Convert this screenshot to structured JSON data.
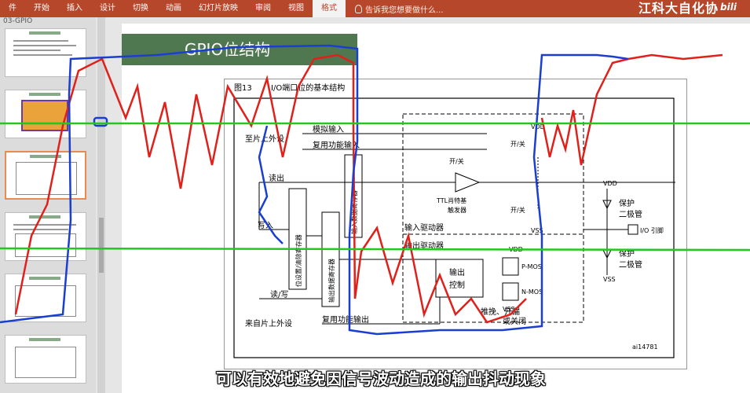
{
  "ribbon": {
    "tabs": [
      "件",
      "开始",
      "插入",
      "设计",
      "切换",
      "动画",
      "幻灯片放映",
      "审阅",
      "视图",
      "格式"
    ],
    "active_index": 9,
    "tell_me": "告诉我您想要做什么..."
  },
  "watermark": "江科大自化协",
  "bili": "bili",
  "thumbnail_pane_title": "03-GPIO",
  "slide": {
    "title": "GPIO位结构",
    "figure": {
      "label": "图13",
      "title": "I/O端口位的基本结构",
      "id": "ai14781",
      "labels": {
        "to_onchip": "至片上外设",
        "analog_in": "模拟输入",
        "alt_in": "复用功能输入",
        "read": "读出",
        "write": "写入",
        "read_write": "读/写",
        "from_onchip": "来自片上外设",
        "alt_out": "复用功能输出",
        "bsrr": "位设置/清除寄存器",
        "idr": "输入数据寄存器",
        "odr": "输出数据寄存器",
        "schmitt": "TTL肖特基\n触发器",
        "switch": "开/关",
        "input_driver": "输入驱动器",
        "output_driver": "输出驱动器",
        "output_ctrl": "输出\n控制",
        "pmos": "P-MOS",
        "nmos": "N-MOS",
        "pushpull": "推挽、开漏\n或关闭",
        "vdd": "VDD",
        "vss": "VSS",
        "protect": "保护\n二极管",
        "io_pin": "I/O 引脚"
      }
    }
  },
  "subtitle": "可以有效地避免因信号波动造成的输出抖动现象",
  "colors": {
    "ribbon": "#b7472a",
    "title_box": "#507850",
    "ink_red": "#e0201a",
    "ink_blue": "#1a3fd0",
    "ink_green": "#22c81e"
  }
}
